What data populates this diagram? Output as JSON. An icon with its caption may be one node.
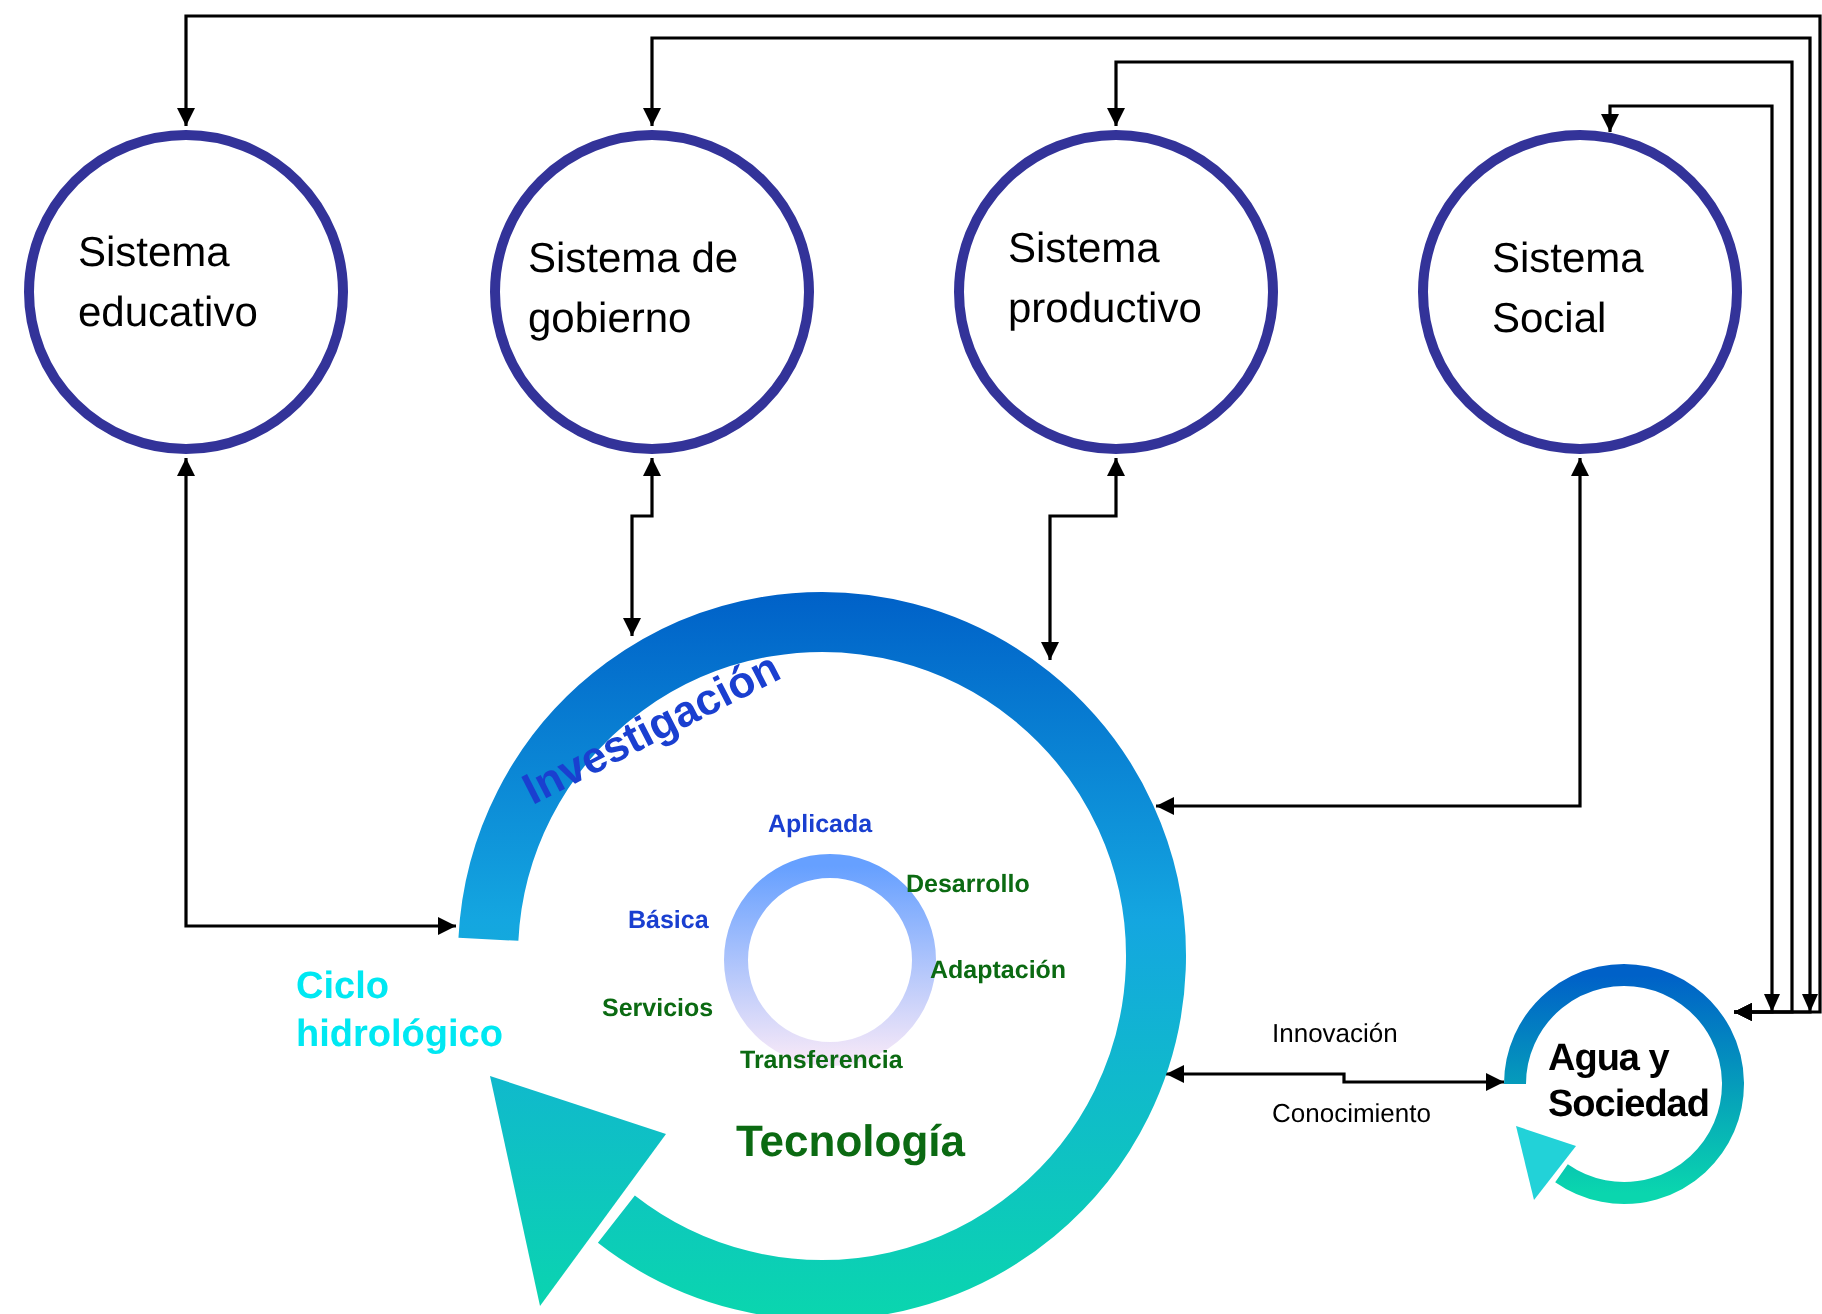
{
  "diagram": {
    "nodes": [
      {
        "text": [
          "Sistema educativo"
        ]
      },
      {
        "text": [
          "Sistema de gobierno"
        ]
      },
      {
        "text": [
          "Sistema productivo"
        ]
      },
      {
        "text": [
          "Sistema Social"
        ]
      },
      {
        "text": [
          "Investigación",
          "Tecnología"
        ],
        "beside": [
          "Ciclo hidrológico"
        ]
      },
      {
        "text": [],
        "shape": "circle",
        "in": 4,
        "beside": [
          "Aplicada",
          "Desarrollo",
          "Adaptación",
          "Transferencia",
          "Servicios",
          "Básica"
        ]
      },
      {
        "text": [
          "Agua y Sociedad"
        ]
      }
    ],
    "edges": [
      {
        "from": 6,
        "to": 0,
        "arrow": "both"
      },
      {
        "from": 6,
        "to": 1,
        "arrow": "both"
      },
      {
        "from": 6,
        "to": 2,
        "arrow": "both"
      },
      {
        "from": 6,
        "to": 3,
        "arrow": "both"
      },
      {
        "from": 0,
        "to": 4,
        "arrow": "both"
      },
      {
        "from": 1,
        "to": 4,
        "arrow": "both"
      },
      {
        "from": 2,
        "to": 4,
        "arrow": "both"
      },
      {
        "from": 3,
        "to": 4,
        "arrow": "both"
      },
      {
        "from": 4,
        "to": 6,
        "arrow": "both",
        "label": "Innovación"
      }
    ],
    "labels": [
      "Conocimiento"
    ]
  }
}
